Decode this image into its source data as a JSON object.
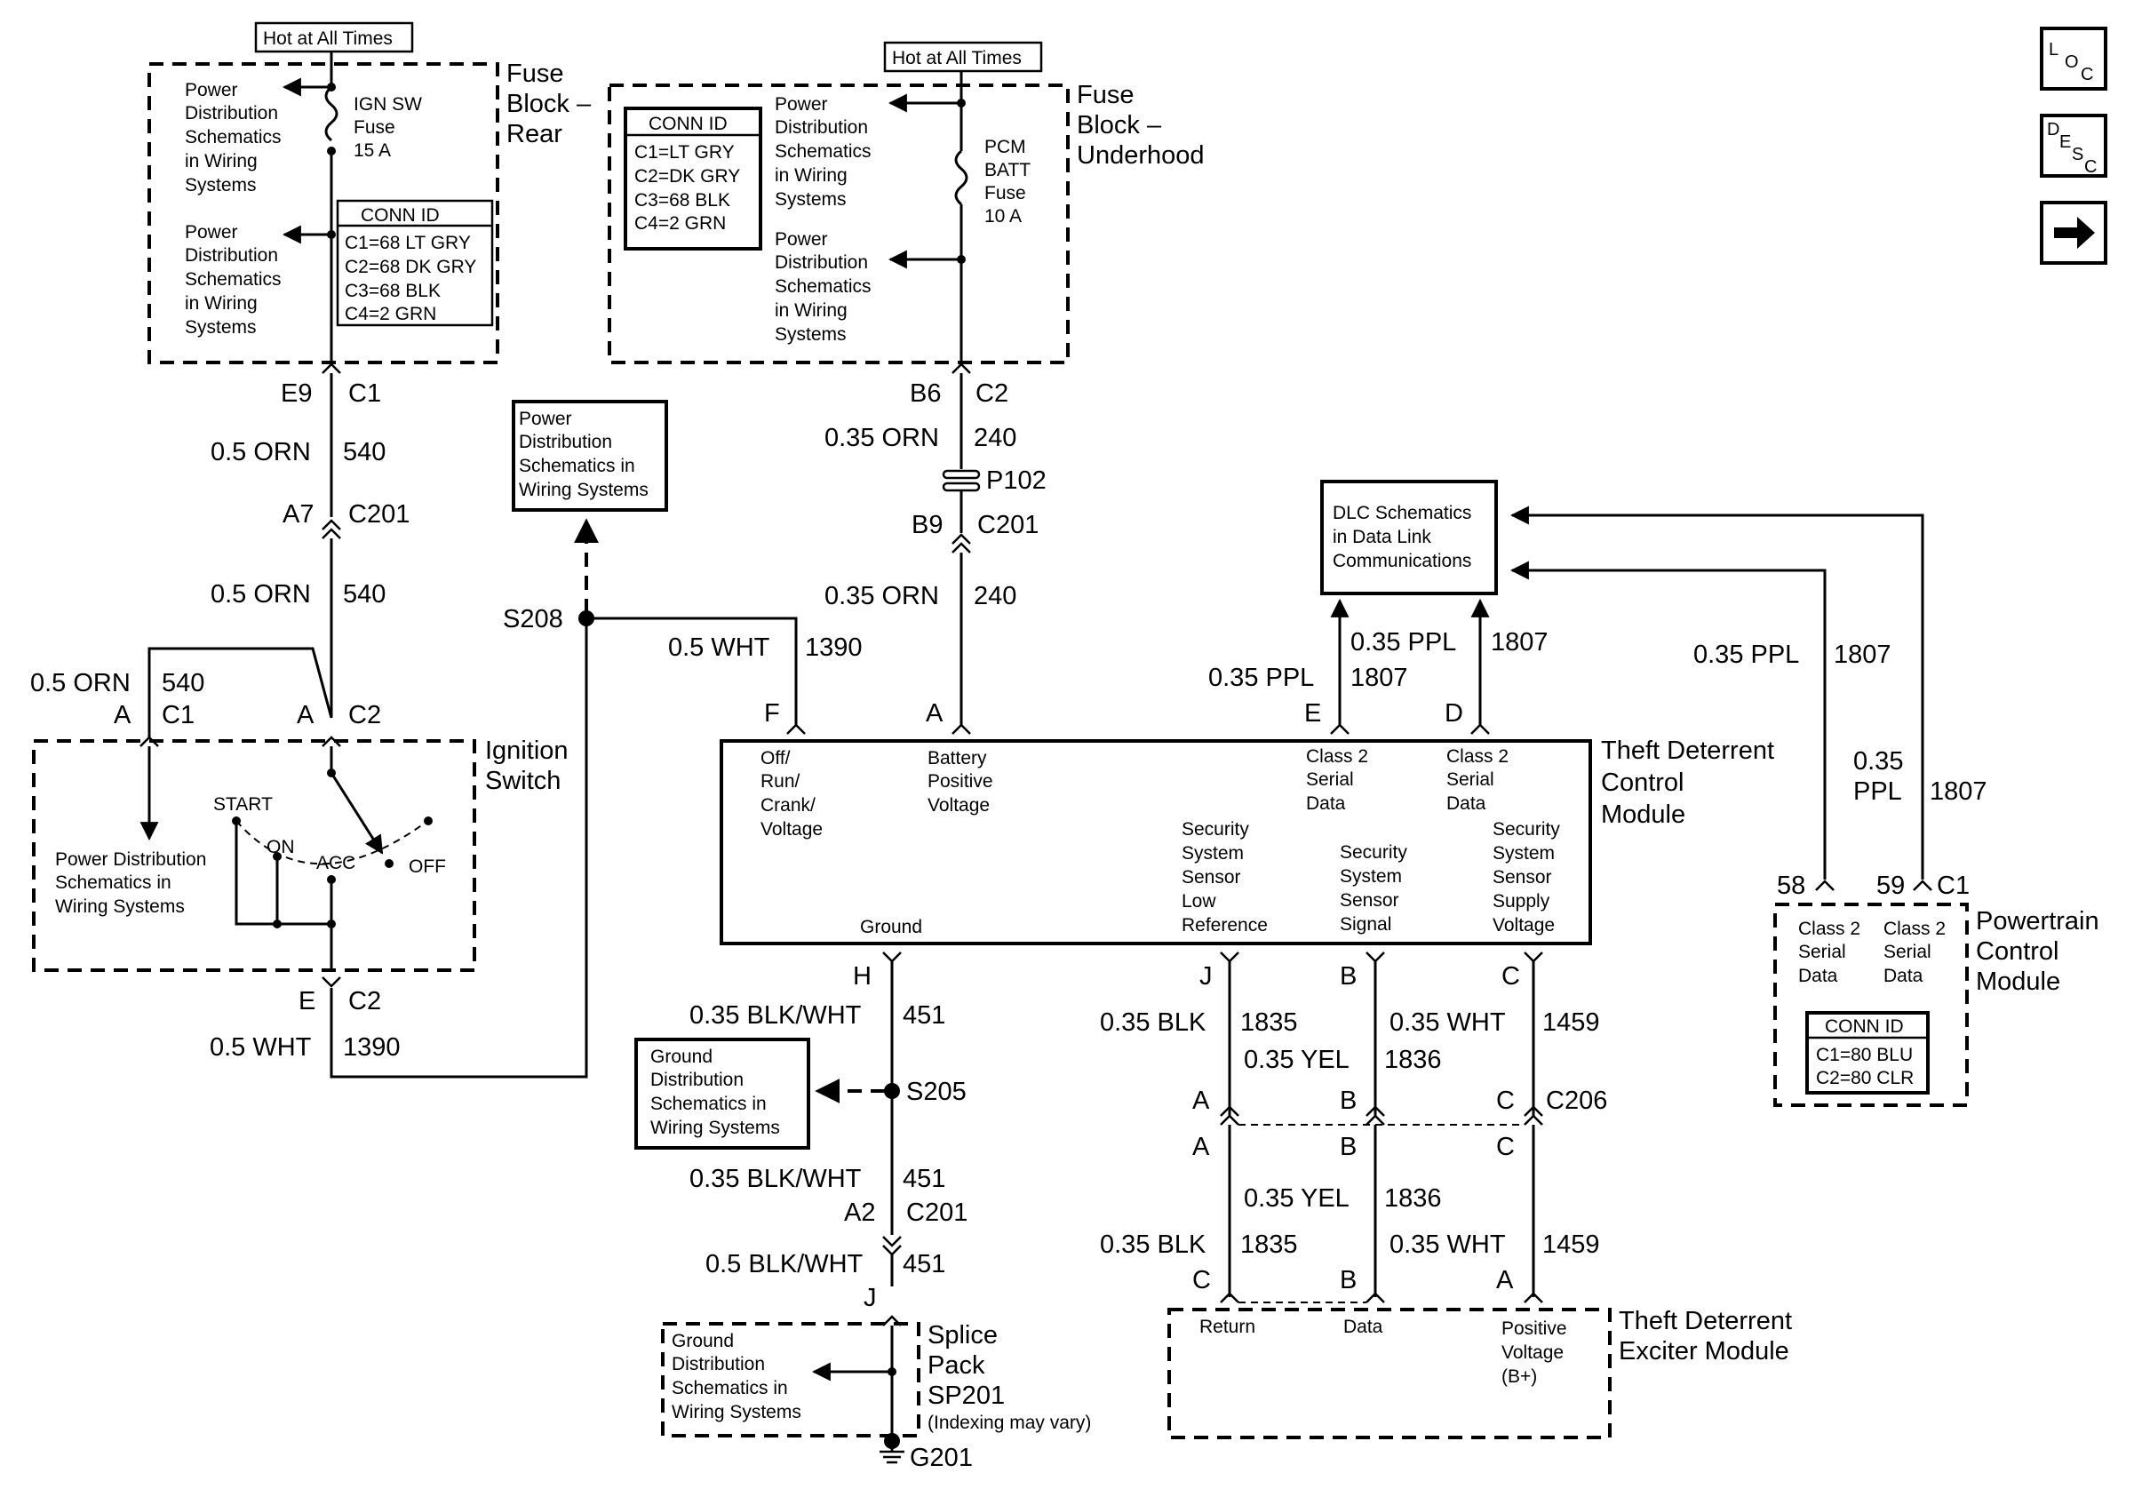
{
  "nav": {
    "loc_button": {
      "l1": "L",
      "l2": "O",
      "l3": "C"
    },
    "desc_button": {
      "l1": "D",
      "l2": "E",
      "l3": "S",
      "l4": "C"
    },
    "next_icon": "right-arrow-icon"
  },
  "fuse_rear": {
    "hot": "Hot at All Times",
    "title": [
      "Fuse",
      "Block –",
      "Rear"
    ],
    "pd1": [
      "Power",
      "Distribution",
      "Schematics",
      "in Wiring",
      "Systems"
    ],
    "fuse": [
      "IGN SW",
      "Fuse",
      "15 A"
    ],
    "pd2": [
      "Power",
      "Distribution",
      "Schematics",
      "in Wiring",
      "Systems"
    ],
    "conn_title": "CONN ID",
    "conn": [
      "C1=68 LT GRY",
      "C2=68 DK GRY",
      "C3=68 BLK",
      "C4=2 GRN"
    ],
    "pin_left": "E9",
    "pin_right": "C1"
  },
  "fuse_under": {
    "hot": "Hot at All Times",
    "title": [
      "Fuse",
      "Block –",
      "Underhood"
    ],
    "conn_title": "CONN ID",
    "conn": [
      "C1=LT GRY",
      "C2=DK GRY",
      "C3=68 BLK",
      "C4=2 GRN"
    ],
    "pd1": [
      "Power",
      "Distribution",
      "Schematics",
      "in Wiring",
      "Systems"
    ],
    "pd2": [
      "Power",
      "Distribution",
      "Schematics",
      "in Wiring",
      "Systems"
    ],
    "fuse": [
      "PCM",
      "BATT",
      "Fuse",
      "10 A"
    ],
    "pin_left": "B6",
    "pin_right": "C2"
  },
  "wires": {
    "w540a": {
      "gauge": "0.5 ORN",
      "circuit": "540"
    },
    "c201a": {
      "pin": "A7",
      "conn": "C201"
    },
    "w540b": {
      "gauge": "0.5 ORN",
      "circuit": "540"
    },
    "w540c": {
      "gauge": "0.5 ORN",
      "circuit": "540"
    },
    "ign_c1": {
      "pin": "A",
      "conn": "C1"
    },
    "ign_c2": {
      "pin": "A",
      "conn": "C2"
    },
    "ign_e": {
      "pin": "E",
      "conn": "C2"
    },
    "w1390a": {
      "gauge": "0.5 WHT",
      "circuit": "1390"
    },
    "w1390b": {
      "gauge": "0.5 WHT",
      "circuit": "1390"
    },
    "s208": "S208",
    "w240a": {
      "gauge": "0.35 ORN",
      "circuit": "240"
    },
    "p102": "P102",
    "c201b": {
      "pin": "B9",
      "conn": "C201"
    },
    "w240b": {
      "gauge": "0.35 ORN",
      "circuit": "240"
    },
    "w1807a": {
      "gauge": "0.35 PPL",
      "circuit": "1807"
    },
    "w1807b": {
      "gauge": "0.35 PPL",
      "circuit": "1807"
    },
    "w1807c": {
      "gauge": "0.35 PPL",
      "circuit": "1807"
    },
    "w1807d": {
      "gauge": "0.35",
      "gauge2": "PPL",
      "circuit": "1807"
    },
    "w451a": {
      "gauge": "0.35 BLK/WHT",
      "circuit": "451"
    },
    "s205": "S205",
    "w451b": {
      "gauge": "0.35 BLK/WHT",
      "circuit": "451"
    },
    "c201c": {
      "pin": "A2",
      "conn": "C201"
    },
    "w451c": {
      "gauge": "0.5 BLK/WHT",
      "circuit": "451"
    },
    "pinJ": "J",
    "g201": "G201",
    "w1835a": {
      "gauge": "0.35 BLK",
      "circuit": "1835"
    },
    "w1836a": {
      "gauge": "0.35 YEL",
      "circuit": "1836"
    },
    "w1459a": {
      "gauge": "0.35 WHT",
      "circuit": "1459"
    },
    "c206": {
      "a": "A",
      "b": "B",
      "c": "C",
      "conn": "C206"
    },
    "c206b": {
      "a": "A",
      "b": "B",
      "c": "C"
    },
    "w1836b": {
      "gauge": "0.35 YEL",
      "circuit": "1836"
    },
    "w1835b": {
      "gauge": "0.35 BLK",
      "circuit": "1835"
    },
    "w1459b": {
      "gauge": "0.35 WHT",
      "circuit": "1459"
    }
  },
  "pd_box": [
    "Power",
    "Distribution",
    "Schematics in",
    "Wiring Systems"
  ],
  "dlc_box": [
    "DLC Schematics",
    "in Data Link",
    "Communications"
  ],
  "gd_box": [
    "Ground",
    "Distribution",
    "Schematics in",
    "Wiring Systems"
  ],
  "ignition": {
    "title": [
      "Ignition",
      "Switch"
    ],
    "pd": [
      "Power Distribution",
      "Schematics in",
      "Wiring Systems"
    ],
    "start": "START",
    "on": "ON",
    "acc": "ACC",
    "off": "OFF"
  },
  "tdcm": {
    "title": [
      "Theft Deterrent",
      "Control",
      "Module"
    ],
    "pins": {
      "F": "F",
      "A": "A",
      "E": "E",
      "D": "D",
      "H": "H",
      "J": "J",
      "B": "B",
      "C": "C"
    },
    "f_label": [
      "Off/",
      "Run/",
      "Crank/",
      "Voltage"
    ],
    "a_label": [
      "Battery",
      "Positive",
      "Voltage"
    ],
    "e_label": [
      "Class 2",
      "Serial",
      "Data"
    ],
    "d_label": [
      "Class 2",
      "Serial",
      "Data"
    ],
    "ground": "Ground",
    "low_ref": [
      "Security",
      "System",
      "Sensor",
      "Low",
      "Reference"
    ],
    "signal": [
      "Security",
      "System",
      "Sensor",
      "Signal"
    ],
    "supply": [
      "Security",
      "System",
      "Sensor",
      "Supply",
      "Voltage"
    ]
  },
  "pcm": {
    "title": [
      "Powertrain",
      "Control",
      "Module"
    ],
    "pin58": "58",
    "pin59": "59",
    "conn": "C1",
    "l58": [
      "Class 2",
      "Serial",
      "Data"
    ],
    "l59": [
      "Class 2",
      "Serial",
      "Data"
    ],
    "conn_title": "CONN ID",
    "conn_rows": [
      "C1=80 BLU",
      "C2=80 CLR"
    ]
  },
  "splice": {
    "title": [
      "Splice",
      "Pack",
      "SP201"
    ],
    "note": "(Indexing may vary)"
  },
  "exciter": {
    "title": [
      "Theft Deterrent",
      "Exciter Module"
    ],
    "pins": {
      "c": "C",
      "b": "B",
      "a": "A"
    },
    "ret": "Return",
    "data": "Data",
    "pos": [
      "Positive",
      "Voltage",
      "(B+)"
    ]
  }
}
